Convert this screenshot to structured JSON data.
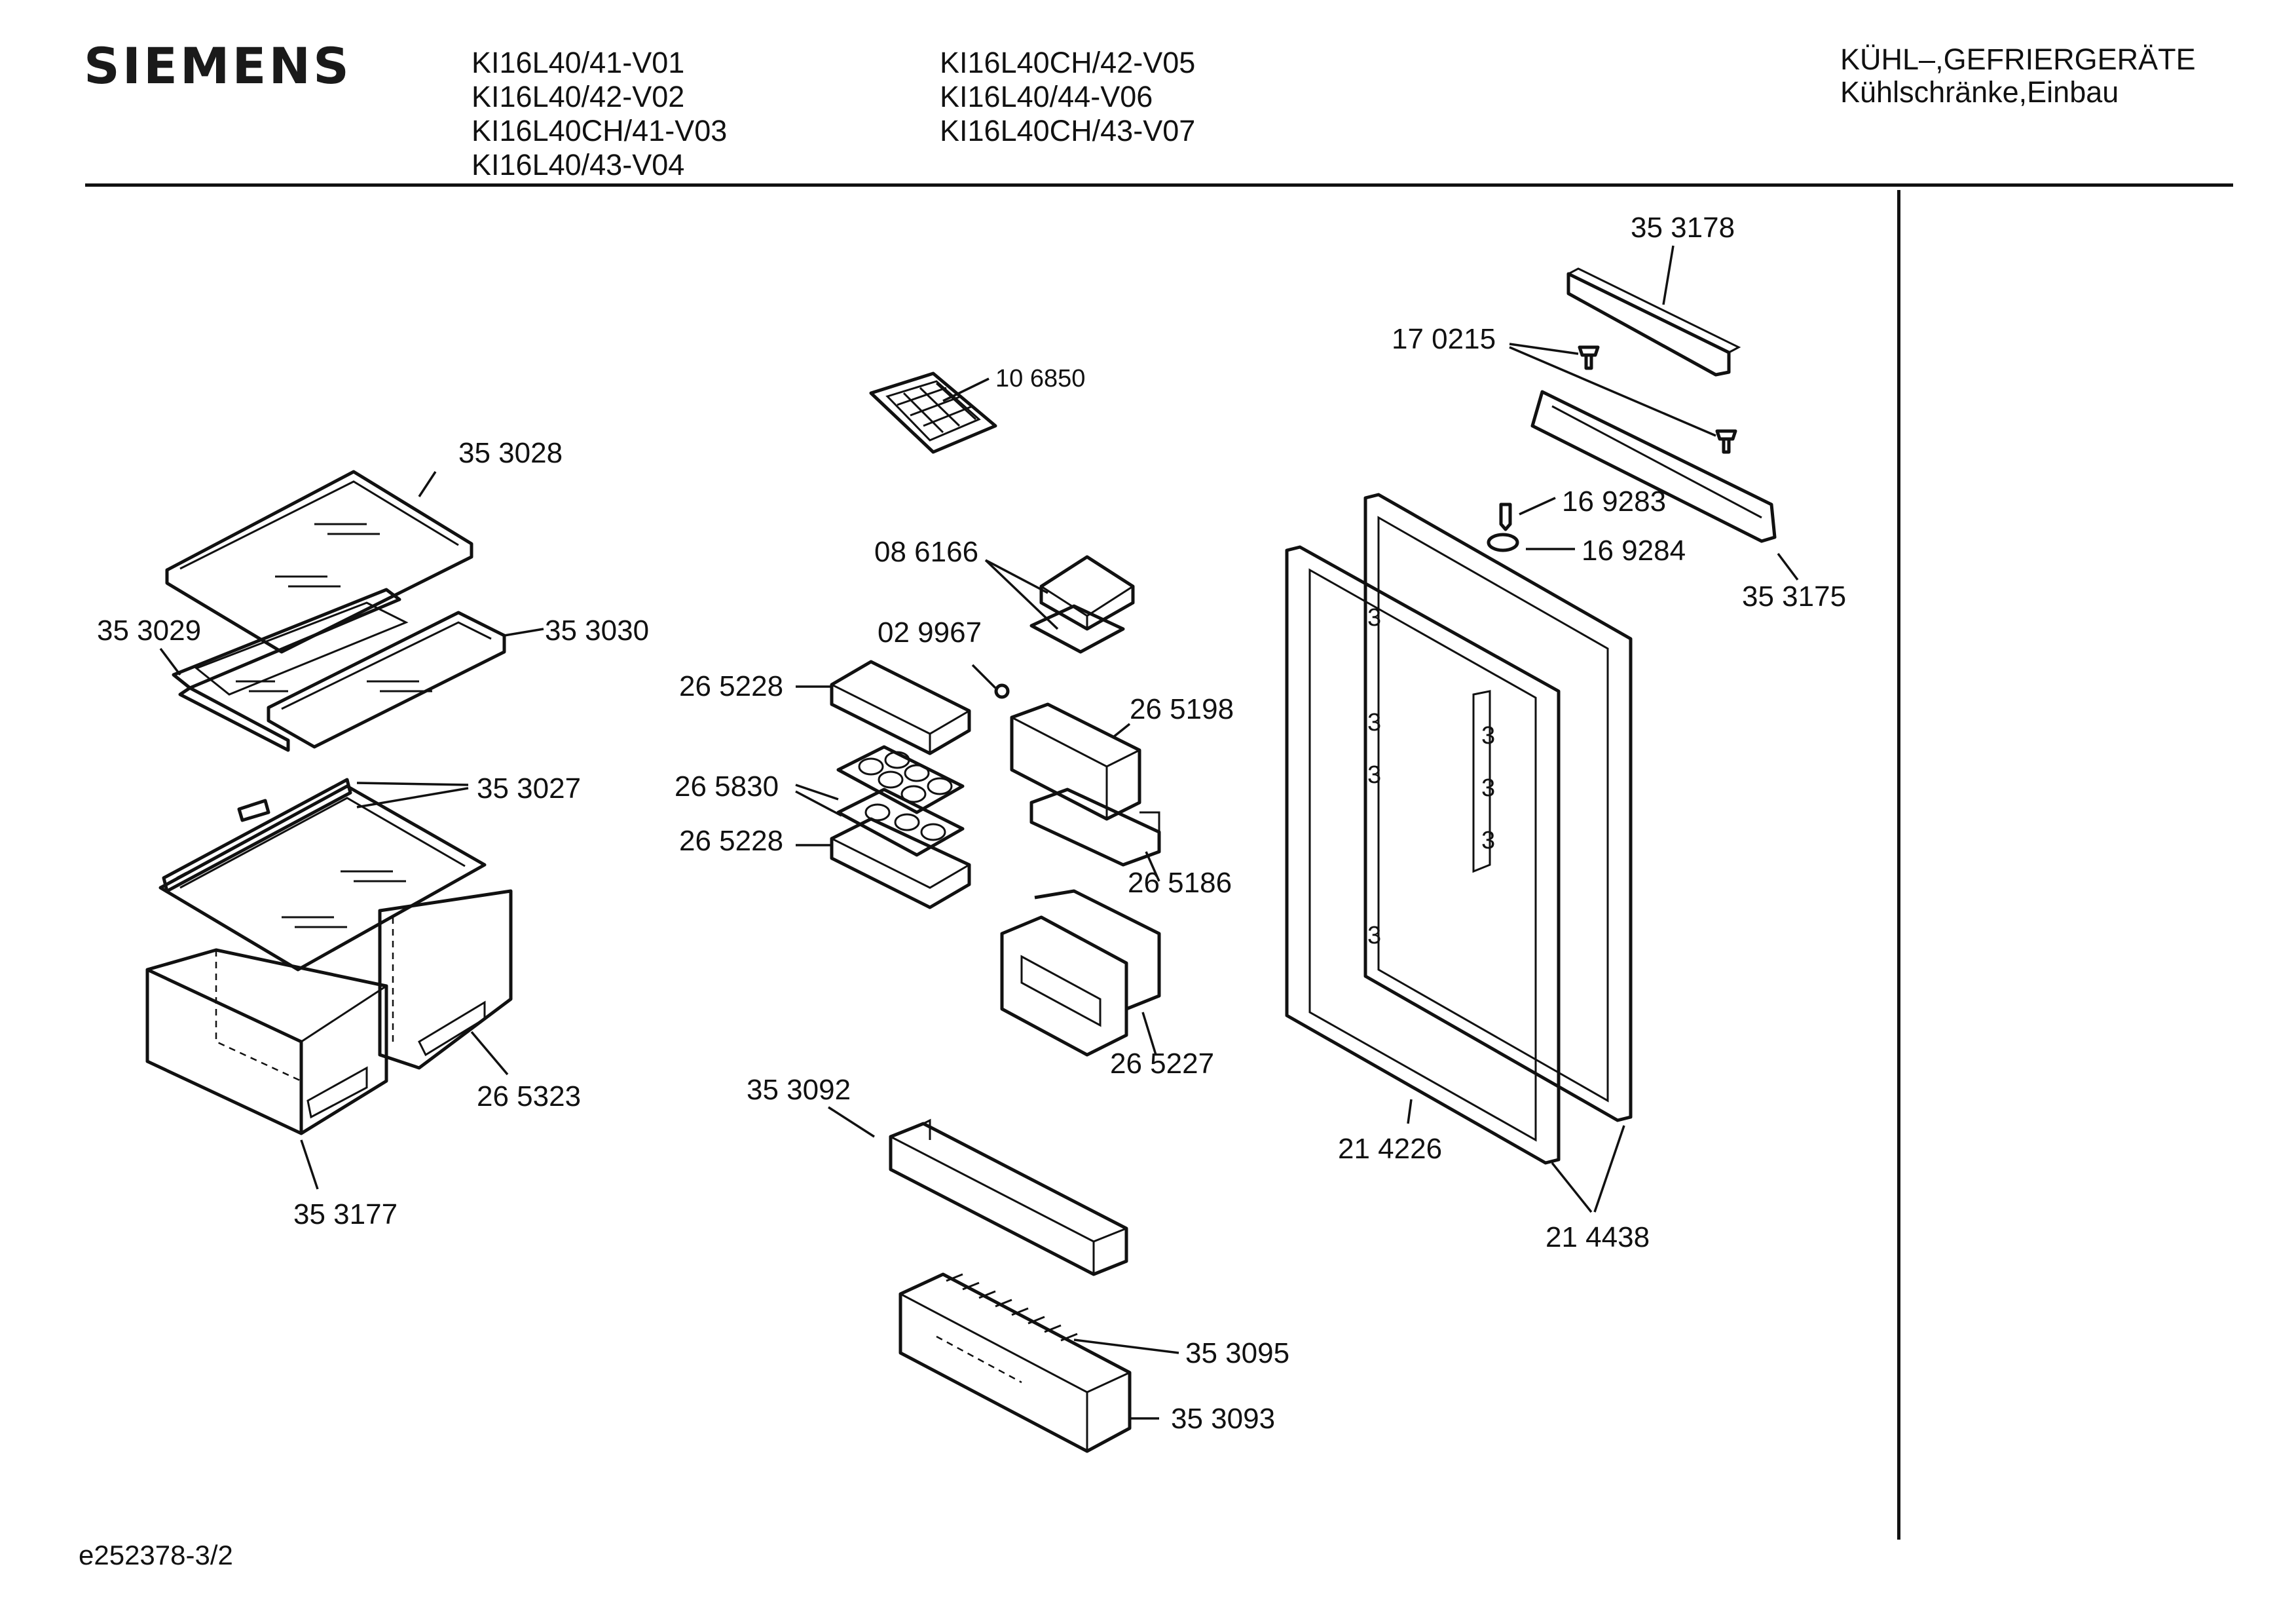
{
  "header": {
    "brand": "SIEMENS",
    "models_col1": [
      "KI16L40/41-V01",
      "KI16L40/42-V02",
      "KI16L40CH/41-V03",
      "KI16L40/43-V04"
    ],
    "models_col2": [
      "KI16L40CH/42-V05",
      "KI16L40/44-V06",
      "KI16L40CH/43-V07"
    ],
    "category_line1": "KÜHL–,GEFRIERGERÄTE",
    "category_line2": "Kühlschränke,Einbau"
  },
  "parts": {
    "p353178": "35 3178",
    "p170215": "17 0215",
    "p106850": "10 6850",
    "p353028": "35 3028",
    "p169283": "16 9283",
    "p169284": "16 9284",
    "p353175": "35 3175",
    "p086166": "08 6166",
    "p353029": "35 3029",
    "p353030": "35 3030",
    "p029967": "02 9967",
    "p265228a": "26 5228",
    "p265198": "26 5198",
    "p353027": "35 3027",
    "p265830": "26 5830",
    "p265228b": "26 5228",
    "p265186": "26 5186",
    "p265227": "26 5227",
    "p265323": "26 5323",
    "p353092": "35 3092",
    "p214226": "21 4226",
    "p353177": "35 3177",
    "p214438": "21 4438",
    "p353095": "35 3095",
    "p353093": "35 3093"
  },
  "footer": {
    "doc_id": "e252378-3/2"
  }
}
